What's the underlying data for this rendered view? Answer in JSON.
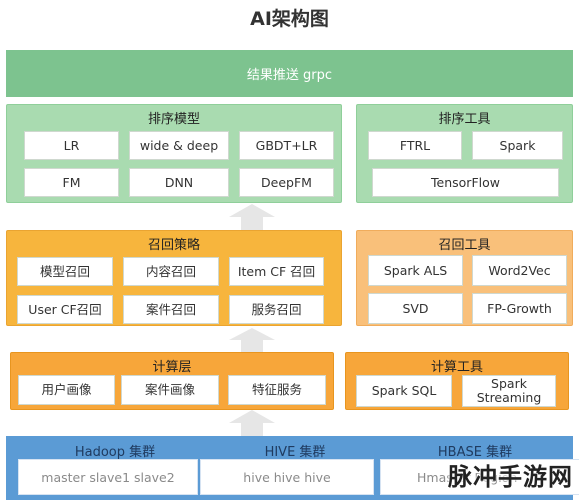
{
  "title": "AI架构图",
  "top_bar": "结果推送 grpc",
  "ranking_model": {
    "title": "排序模型",
    "items": [
      "LR",
      "wide & deep",
      "GBDT+LR",
      "FM",
      "DNN",
      "DeepFM"
    ]
  },
  "ranking_tools": {
    "title": "排序工具",
    "items": [
      "FTRL",
      "Spark",
      "TensorFlow"
    ]
  },
  "recall_strategy": {
    "title": "召回策略",
    "items": [
      "模型召回",
      "内容召回",
      "Item CF 召回",
      "User CF召回",
      "案件召回",
      "服务召回"
    ]
  },
  "recall_tools": {
    "title": "召回工具",
    "items": [
      "Spark ALS",
      "Word2Vec",
      "SVD",
      "FP-Growth"
    ]
  },
  "compute_layer": {
    "title": "计算层",
    "items": [
      "用户画像",
      "案件画像",
      "特征服务"
    ]
  },
  "compute_tools": {
    "title": "计算工具",
    "items": [
      "Spark SQL",
      "Spark Streaming"
    ]
  },
  "clusters": [
    {
      "name": "Hadoop 集群",
      "nodes": "master  slave1  slave2"
    },
    {
      "name": "HIVE 集群",
      "nodes": "hive  hive  hive"
    },
    {
      "name": "HBASE 集群",
      "nodes": "Hmaster  Region"
    }
  ],
  "watermark": "脉冲手游网",
  "colors": {
    "green": "#7dc38f",
    "green_light": "#a9dbb0",
    "orange": "#f7b53d",
    "blue": "#5b9bd5"
  }
}
